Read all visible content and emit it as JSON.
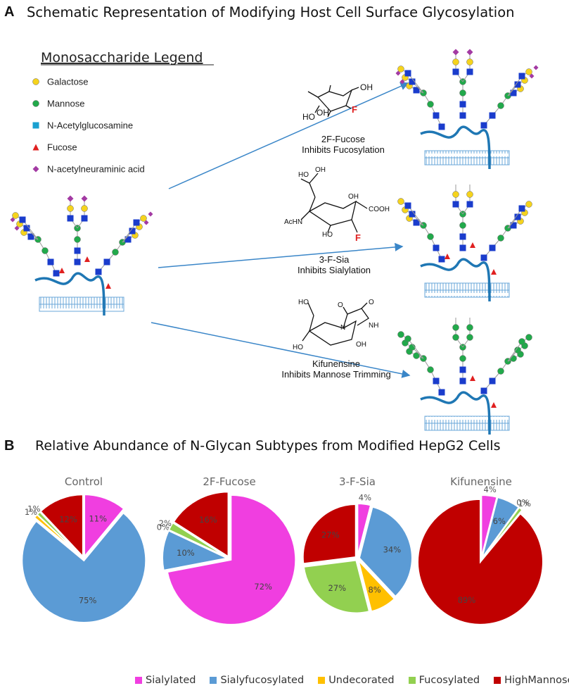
{
  "panel_a": {
    "letter": "A",
    "title": "Schematic Representation of Modifying Host Cell Surface Glycosylation",
    "legend_title": "Monosaccharide  Legend",
    "legend_items": [
      {
        "label": "Galactose",
        "shape": "circle",
        "color": "#f5d31d"
      },
      {
        "label": "Mannose",
        "shape": "circle",
        "color": "#22a94b"
      },
      {
        "label": "N-Acetylglucosamine",
        "shape": "square",
        "color": "#1aa0d0"
      },
      {
        "label": "Fucose",
        "shape": "triangle",
        "color": "#e02020"
      },
      {
        "label": "N-acetylneuraminic acid",
        "shape": "diamond",
        "color": "#a33aa3"
      }
    ],
    "treatments": [
      {
        "name": "2F-Fucose",
        "effect": "Inhibits Fucosylation"
      },
      {
        "name": "3-F-Sia",
        "effect": "Inhibits Sialylation"
      },
      {
        "name": "Kifunensine",
        "effect": "Inhibits Mannose Trimming"
      }
    ],
    "structure_labels": {
      "oh": "OH",
      "ho": "HO",
      "f": "F",
      "cooh": "COOH",
      "achn": "AcHN",
      "nh": "NH",
      "n": "N",
      "o": "O"
    }
  },
  "panel_b": {
    "letter": "B",
    "title": "Relative Abundance of N-Glycan Subtypes from Modified HepG2 Cells"
  },
  "colors": {
    "Sialylated": "#f03ee0",
    "Sialyfucosylated": "#5b9bd5",
    "Undecorated": "#ffc000",
    "Fucosylated": "#92d050",
    "HighMannose": "#c00000"
  },
  "chart_data": [
    {
      "type": "pie",
      "title": "Control",
      "categories": [
        "Sialylated",
        "Sialyfucosylated",
        "Undecorated",
        "Fucosylated",
        "HighMannose"
      ],
      "values": [
        11,
        75,
        1,
        1,
        12
      ],
      "labels": [
        "11%",
        "75%",
        "1%",
        "1%",
        "12%"
      ]
    },
    {
      "type": "pie",
      "title": "2F-Fucose",
      "categories": [
        "Sialylated",
        "Sialyfucosylated",
        "Undecorated",
        "Fucosylated",
        "HighMannose"
      ],
      "values": [
        72,
        10,
        0,
        2,
        16
      ],
      "labels": [
        "72%",
        "10%",
        "0%",
        "2%",
        "16%"
      ]
    },
    {
      "type": "pie",
      "title": "3-F-Sia",
      "categories": [
        "Sialylated",
        "Sialyfucosylated",
        "Undecorated",
        "Fucosylated",
        "HighMannose"
      ],
      "values": [
        4,
        34,
        8,
        27,
        27
      ],
      "labels": [
        "4%",
        "34%",
        "8%",
        "27%",
        "27%"
      ]
    },
    {
      "type": "pie",
      "title": "Kifunensine",
      "categories": [
        "Sialylated",
        "Sialyfucosylated",
        "Undecorated",
        "Fucosylated",
        "HighMannose"
      ],
      "values": [
        4,
        6,
        0,
        1,
        89
      ],
      "labels": [
        "4%",
        "6%",
        "0%",
        "1%",
        "89%"
      ]
    }
  ],
  "legend": [
    "Sialylated",
    "Sialyfucosylated",
    "Undecorated",
    "Fucosylated",
    "HighMannose"
  ]
}
